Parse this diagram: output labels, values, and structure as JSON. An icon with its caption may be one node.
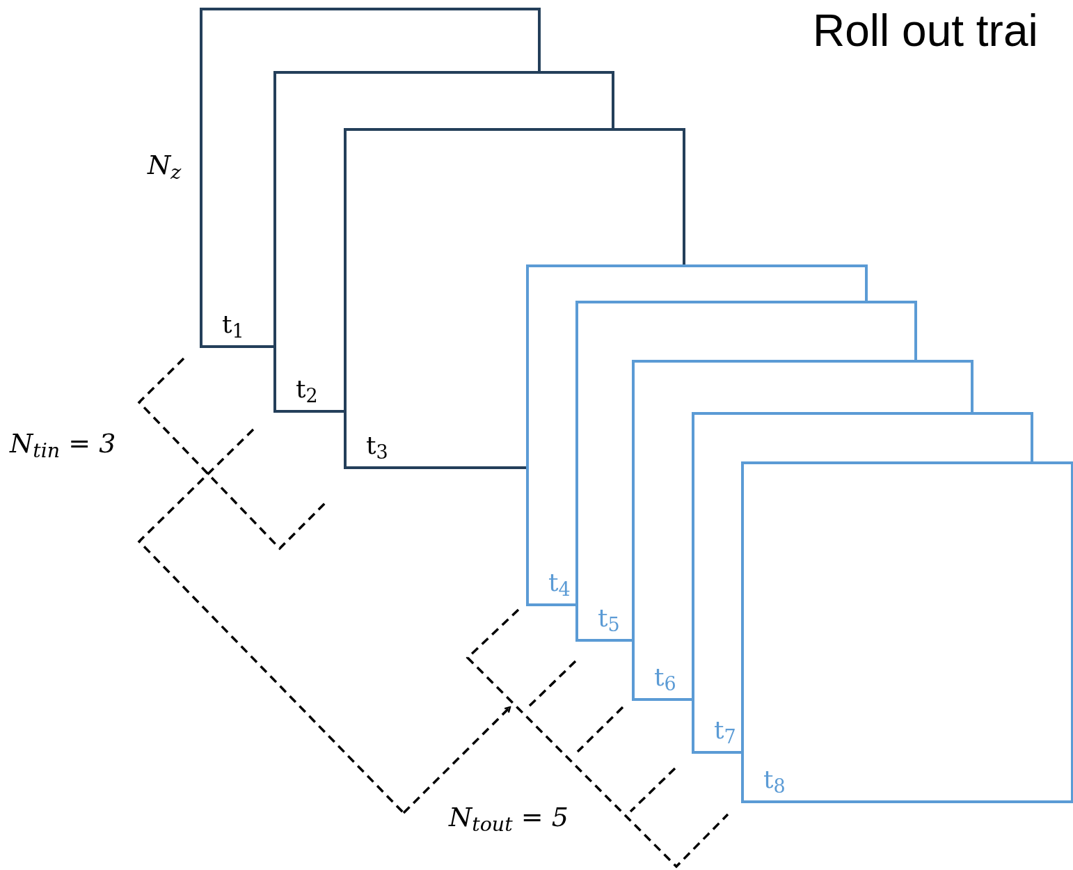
{
  "diagram": {
    "title": "Roll out trai",
    "nodes": [
      {
        "text": [
          "t$_{1}$"
        ]
      },
      {
        "text": [
          "t$_{2}$"
        ]
      },
      {
        "text": [
          "t$_{3}$"
        ]
      },
      {
        "text": [
          "t$_{4}$"
        ]
      },
      {
        "text": [
          "t$_{5}$"
        ]
      },
      {
        "text": [
          "t$_{6}$"
        ]
      },
      {
        "text": [
          "t$_{7}$"
        ]
      },
      {
        "text": [
          "t$_{8}$"
        ]
      }
    ],
    "labels": [
      "N$_{z}$",
      "N$_{tin}$ = 3",
      "N$_{tout}$ = 5"
    ]
  }
}
